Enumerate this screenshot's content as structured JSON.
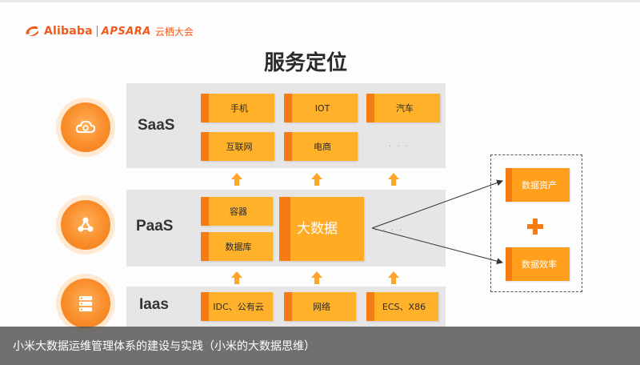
{
  "logo": {
    "brand": "Alibaba",
    "apsara": "APSARA",
    "conference": "云栖大会"
  },
  "title": "服务定位",
  "layers": {
    "saas": {
      "label": "SaaS",
      "items": [
        "手机",
        "IOT",
        "汽车",
        "互联网",
        "电商"
      ],
      "more": "· · ·"
    },
    "paas": {
      "label": "PaaS",
      "items": [
        "容器",
        "数据库"
      ],
      "bigdata": "大数据",
      "more": "· · · ·"
    },
    "iaas": {
      "label": "Iaas",
      "items": [
        "IDC、公有云",
        "网络",
        "ECS、X86"
      ]
    }
  },
  "outputs": {
    "top": "数据资产",
    "bottom": "数据效率"
  },
  "colors": {
    "accent": "#f57b12",
    "box_fill": "#ffb12a",
    "band": "#e6e6e6",
    "logo": "#f25a1b"
  },
  "caption": "小米大数据运维管理体系的建设与实践（小米的大数据思维）"
}
